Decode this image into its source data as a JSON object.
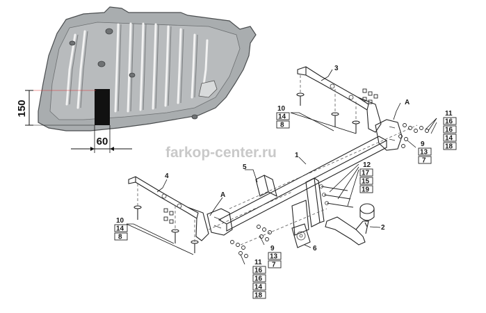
{
  "watermark": "farkop-center.ru",
  "dimensions": {
    "height": "150",
    "width": "60"
  },
  "callouts": {
    "c1": "1",
    "c2": "2",
    "c3": "3",
    "c4": "4",
    "c5": "5",
    "c6": "6",
    "a_top": "A",
    "a_bottom": "A"
  },
  "stack_left_top": [
    "10",
    "14",
    "8"
  ],
  "stack_right_top": [
    "11",
    "16",
    "16",
    "14",
    "18"
  ],
  "stack_right_mid": [
    "9",
    "13",
    "7"
  ],
  "stack_center": [
    "12",
    "17",
    "15",
    "19"
  ],
  "stack_left_bottom": [
    "10",
    "14",
    "8"
  ],
  "stack_bottom_mid": [
    "9",
    "13",
    "7"
  ],
  "stack_bottom": [
    "11",
    "16",
    "16",
    "14",
    "18"
  ]
}
